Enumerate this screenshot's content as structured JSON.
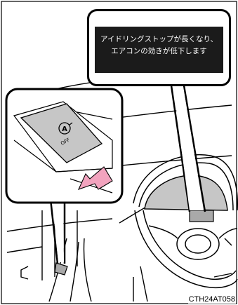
{
  "callout": {
    "line1": "アイドリングストップが長くなり、",
    "line2": "エアコンの効きが低下します"
  },
  "switch": {
    "symbol": "A",
    "label": "OFF"
  },
  "figure_code": "CTH24AT058",
  "colors": {
    "line": "#000000",
    "panel_gray": "#c6c6c6",
    "indicator_gray": "#a9a9a9",
    "arrow_pink": "#f2a3be",
    "callout_bg": "#1b1b1b",
    "callout_text": "#ffffff"
  }
}
